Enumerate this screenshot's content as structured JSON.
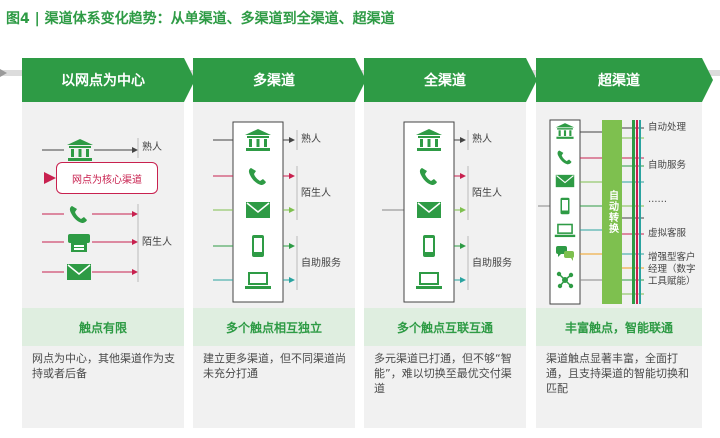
{
  "title": "图4 | 渠道体系变化趋势：从单渠道、多渠道到全渠道、超渠道",
  "colors": {
    "green": "#2e9b45",
    "light_green": "#dfeee0",
    "red": "#c8214f",
    "lime": "#7ec04f",
    "panel": "#f1f1f1"
  },
  "columns": [
    {
      "header": "以网点为中心",
      "feature": "触点有限",
      "description": "网点为中心，其他渠道作为支持或者后备",
      "labels": {
        "acquaintance": "熟人",
        "stranger": "陌生人"
      },
      "core": "网点为核心渠道",
      "icons": [
        "bank-icon",
        "phone-icon",
        "atm-icon",
        "mail-icon"
      ]
    },
    {
      "header": "多渠道",
      "feature": "多个触点相互独立",
      "description": "建立更多渠道，但不同渠道尚未充分打通",
      "labels": {
        "acquaintance": "熟人",
        "stranger": "陌生人",
        "self_service": "自助服务"
      },
      "icons": [
        "bank-icon",
        "phone-icon",
        "mail-icon",
        "mobile-icon",
        "laptop-icon"
      ]
    },
    {
      "header": "全渠道",
      "feature": "多个触点互联互通",
      "description": "多元渠道已打通，但不够“智能”，难以切换至最优交付渠道",
      "labels": {
        "acquaintance": "熟人",
        "stranger": "陌生人",
        "self_service": "自助服务"
      },
      "icons": [
        "bank-icon",
        "phone-icon",
        "mail-icon",
        "mobile-icon",
        "laptop-icon"
      ]
    },
    {
      "header": "超渠道",
      "feature": "丰富触点，智能联通",
      "description": "渠道触点显著丰富，全面打通，且支持渠道的智能切换和匹配",
      "labels": {
        "auto_process": "自动处理",
        "self_service": "自助服务",
        "ellipsis": "……",
        "virtual_agent": "虚拟客服",
        "enhanced_manager": "增强型客户经理（数字工具赋能）"
      },
      "auto_switch": "自动转换",
      "icons": [
        "bank-icon",
        "phone-icon",
        "mail-icon",
        "mobile-icon",
        "laptop-icon",
        "chat-icon",
        "network-icon"
      ]
    }
  ]
}
